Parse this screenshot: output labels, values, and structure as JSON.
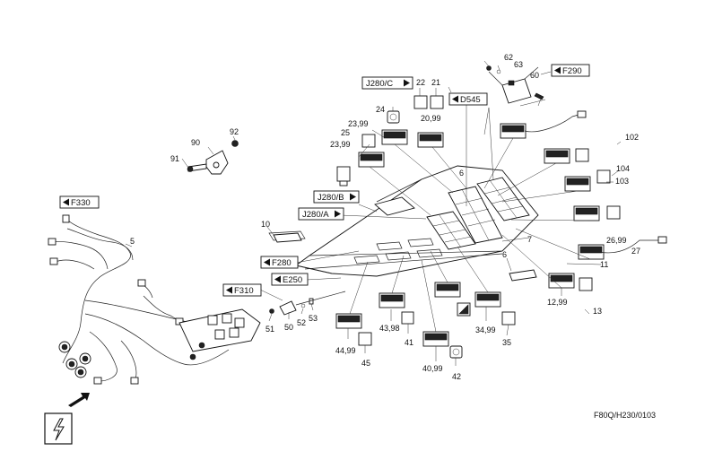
{
  "drawing_code": "F80Q/H230/0103",
  "references": [
    {
      "id": "ref-j280c",
      "text": "J280/C",
      "arrow": "right"
    },
    {
      "id": "ref-d545",
      "text": "D545",
      "arrow": "left"
    },
    {
      "id": "ref-f290",
      "text": "F290",
      "arrow": "left"
    },
    {
      "id": "ref-j280b",
      "text": "J280/B",
      "arrow": "right"
    },
    {
      "id": "ref-j280a",
      "text": "J280/A",
      "arrow": "right"
    },
    {
      "id": "ref-f330",
      "text": "F330",
      "arrow": "left"
    },
    {
      "id": "ref-f280",
      "text": "F280",
      "arrow": "left"
    },
    {
      "id": "ref-e250",
      "text": "E250",
      "arrow": "left"
    },
    {
      "id": "ref-f310",
      "text": "F310",
      "arrow": "left"
    }
  ],
  "labels": {
    "l62": "62",
    "l63": "63",
    "l60": "60",
    "l22": "22",
    "l21": "21",
    "l20_99": "20,99",
    "l24": "24",
    "l23_99a": "23,99",
    "l25": "25",
    "l23_99b": "23,99",
    "l92": "92",
    "l90": "90",
    "l91": "91",
    "l102": "102",
    "l6a": "6",
    "l104": "104",
    "l103": "103",
    "l10": "10",
    "l7": "7",
    "l26_99": "26,99",
    "l27": "27",
    "l5": "5",
    "l6b": "6",
    "l11": "11",
    "l12_99": "12,99",
    "l13": "13",
    "l51": "51",
    "l50": "50",
    "l52": "52",
    "l53": "53",
    "l43_98": "43,98",
    "l41": "41",
    "l34_99": "34,99",
    "l35": "35",
    "l44_99": "44,99",
    "l45": "45",
    "l40_99": "40,99",
    "l42": "42"
  },
  "icons": {
    "warning": "lightning-bolt-icon",
    "arrow": "direction-arrow-icon"
  }
}
